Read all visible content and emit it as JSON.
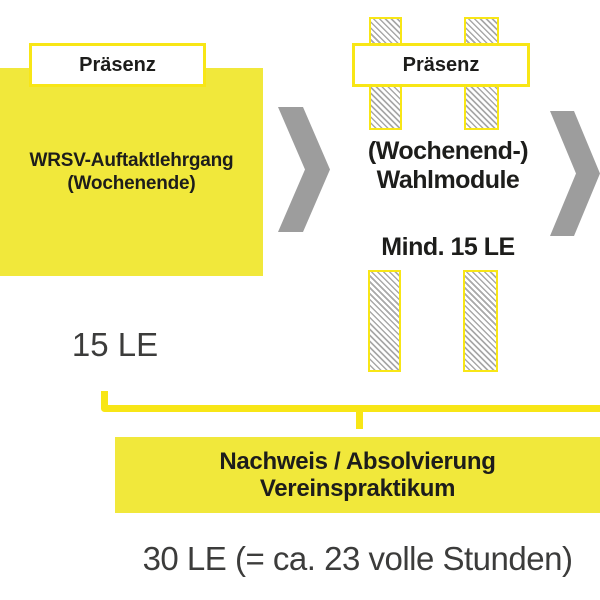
{
  "colors": {
    "yellow-fill": "#f1e83b",
    "yellow-border": "#f8e616",
    "arrow-gray": "#9d9d9d",
    "hatch-gray": "#a9a9a9",
    "text-dark": "#1d1d1b",
    "text-gray": "#3c3c3b"
  },
  "stage1": {
    "tag": "Präsenz",
    "title_line1": "WRSV-Auftaktlehrgang",
    "title_line2": "(Wochenende)",
    "le_label": "15 LE"
  },
  "stage2": {
    "tag": "Präsenz",
    "title_line1": "(Wochenend-)",
    "title_line2": "Wahlmodule",
    "min_le_label": "Mind. 15 LE"
  },
  "practicum": {
    "line1": "Nachweis / Absolvierung",
    "line2": "Vereinspraktikum"
  },
  "total_label": "30 LE (= ca. 23 volle Stunden)",
  "icons": {
    "arrow_between_stages": "chevron-right-icon",
    "arrow_after_stage2": "chevron-right-icon",
    "module_columns": "hatched-module-bar",
    "group_bracket": "bracket-underline"
  }
}
